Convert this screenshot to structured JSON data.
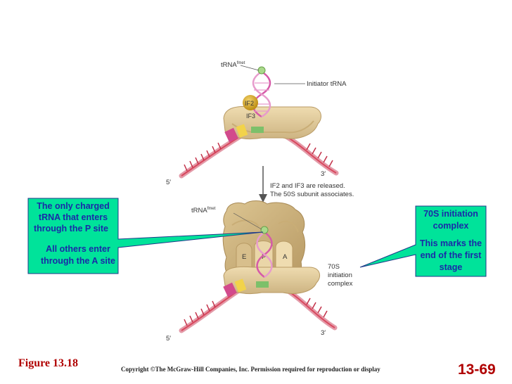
{
  "labels": {
    "trna_top": "tRNA",
    "trna_top_sup": "fmet",
    "initiator_trna": "Initiator tRNA",
    "if2": "IF2",
    "if3": "IF3",
    "five_prime_top": "5′",
    "three_prime_top": "3′",
    "arrow_note_line1": "IF2 and IF3 are released.",
    "arrow_note_line2": "The 50S subunit associates.",
    "trna_bottom": "tRNA",
    "trna_bottom_sup": "fmet",
    "site_e": "E",
    "site_p": "P",
    "site_a": "A",
    "complex_line1": "70S",
    "complex_line2": "initiation",
    "complex_line3": "complex",
    "five_prime_bottom": "5′",
    "three_prime_bottom": "3′"
  },
  "callout_left": {
    "lines": [
      "The only charged",
      "tRNA that enters",
      "through the P site",
      "All others enter",
      "through the A site"
    ]
  },
  "callout_right": {
    "lines": [
      "70S initiation",
      "complex",
      "This marks the",
      "end of the first",
      "stage"
    ]
  },
  "footer": {
    "figure": "Figure 13.18",
    "copyright": "Copyright ©The McGraw-Hill Companies, Inc. Permission required for reproduction or display",
    "slide_number": "13-69"
  },
  "colors": {
    "callout_fill": "#00e39a",
    "callout_text": "#1a2aa8",
    "figure_red": "#b00000",
    "ribosome": "#e6d1a3",
    "mrna": "#d9485e",
    "trna": "#d65aa8"
  }
}
